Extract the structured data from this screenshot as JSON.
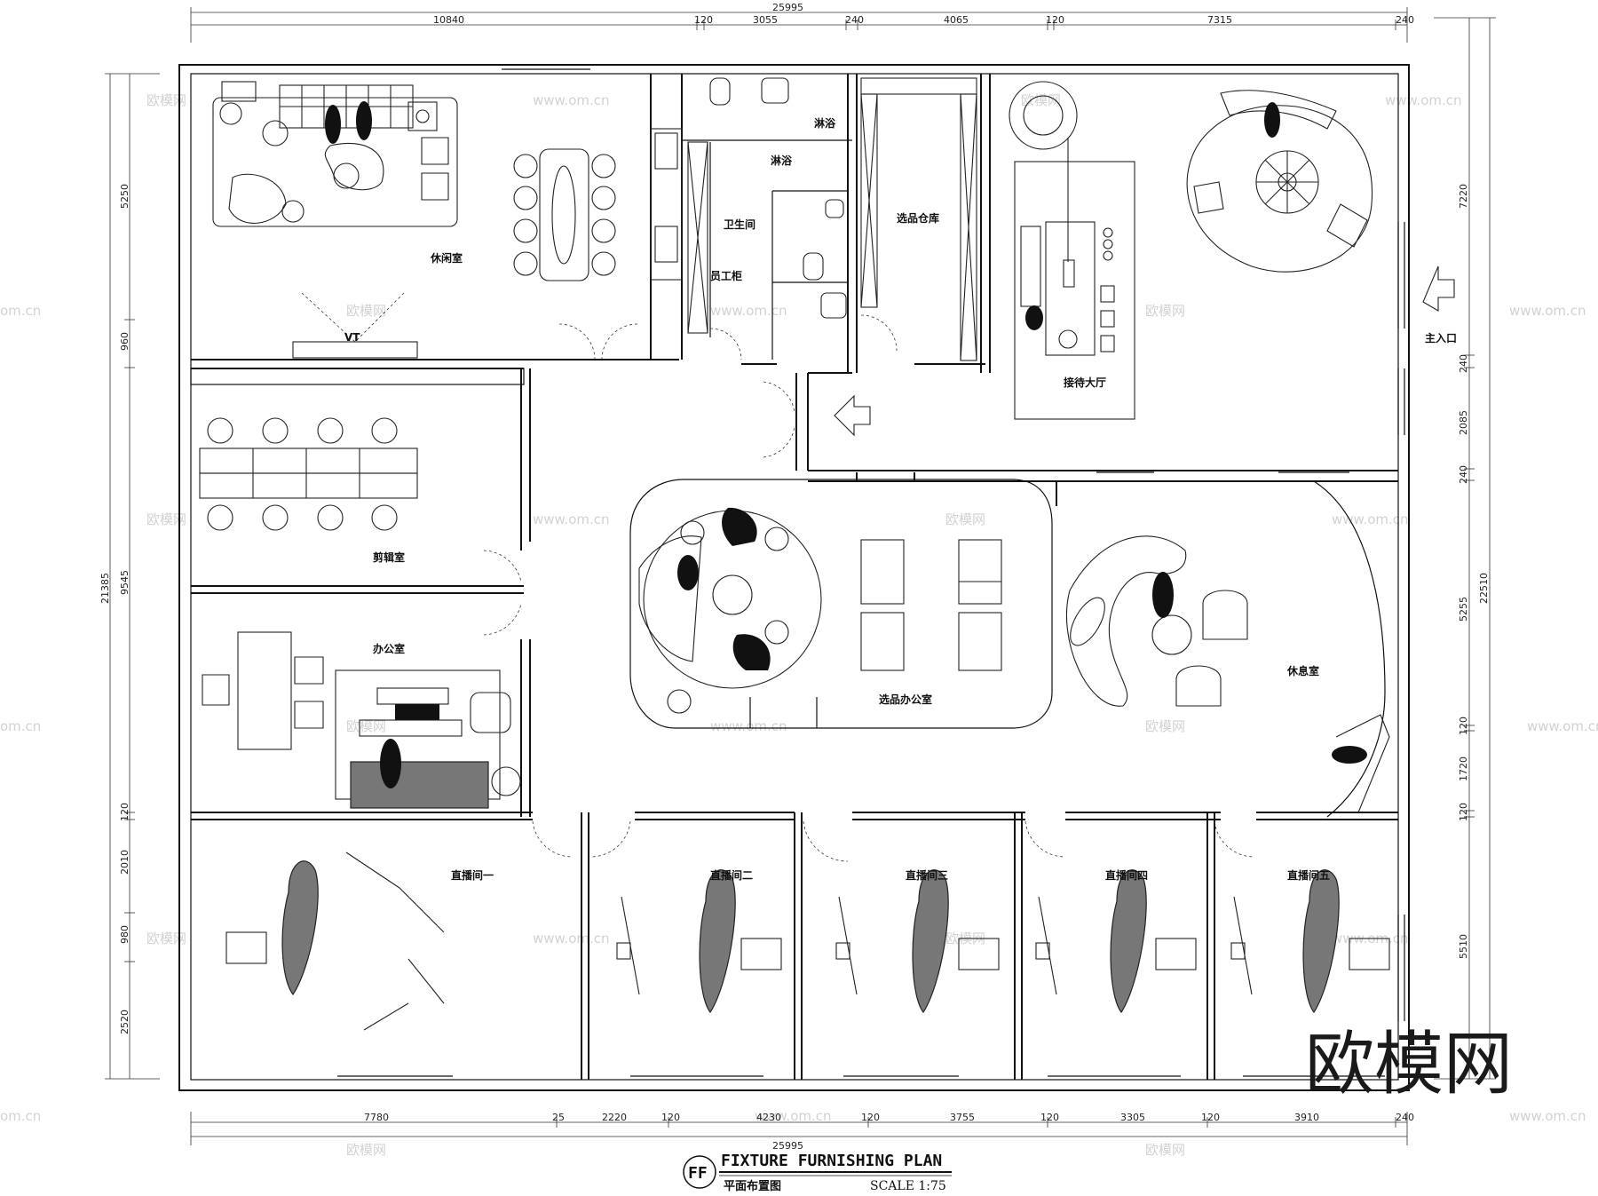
{
  "drawing": {
    "title": "FIXTURE FURNISHING PLAN",
    "subtitle": "平面布置图",
    "scale": "SCALE 1:75",
    "badge": "FF"
  },
  "watermark": {
    "brand": "欧模网",
    "url": "www.om.cn",
    "partial_url": "om.cn"
  },
  "dimensions": {
    "top_total": "25995",
    "top": [
      "10840",
      "120",
      "3055",
      "240",
      "4065",
      "120",
      "7315",
      "240"
    ],
    "bottom_total": "25995",
    "bottom": [
      "7780",
      "25",
      "2220",
      "120",
      "4230",
      "120",
      "3755",
      "120",
      "3305",
      "120",
      "3910",
      "240"
    ],
    "left_total": "21385",
    "left": [
      "5250",
      "960",
      "9545",
      "120",
      "2010",
      "980",
      "2520"
    ],
    "right_total": "22510",
    "right": [
      "7220",
      "240",
      "2085",
      "240",
      "5255",
      "120",
      "1720",
      "120",
      "5510"
    ]
  },
  "rooms": {
    "lounge": "休闲室",
    "shower1": "淋浴",
    "shower2": "淋浴",
    "restroom": "卫生间",
    "lockers": "员工柜",
    "storage": "选品仓库",
    "reception": "接待大厅",
    "entrance": "主入口",
    "editing": "剪辑室",
    "office": "办公室",
    "selection_office": "选品办公室",
    "rest_room": "休息室",
    "live1": "直播间一",
    "live2": "直播间二",
    "live3": "直播间三",
    "live4": "直播间四",
    "live5": "直播间五",
    "tv": "VT"
  }
}
